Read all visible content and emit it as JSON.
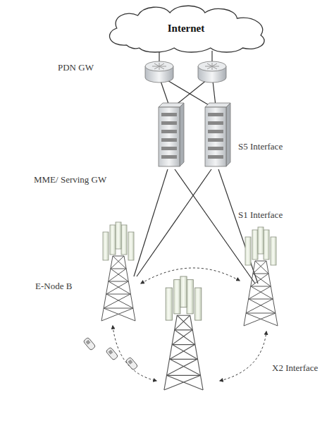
{
  "diagram": {
    "nodes": [
      {
        "text": [
          "Internet"
        ]
      }
    ],
    "labels": [
      "PDN GW",
      "S5 Interface",
      "MME/ Serving GW",
      "S1 Interface",
      "E-Node B",
      "X2 Interface"
    ]
  }
}
